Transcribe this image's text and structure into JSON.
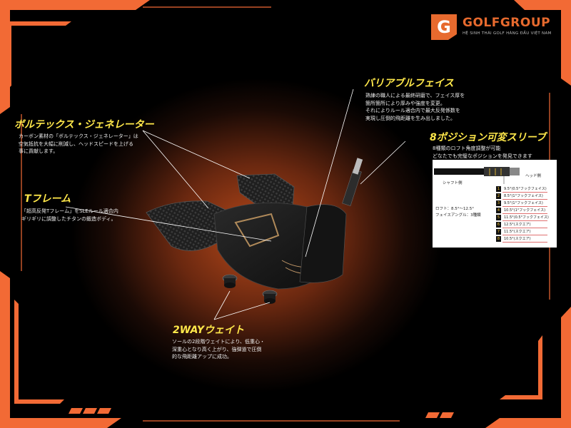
{
  "brand": {
    "logo_letter": "G",
    "name": "GOLFGROUP",
    "tagline": "HỆ SINH THÁI GOLF HÀNG ĐẦU VIỆT NAM",
    "accent_color": "#e76a2e"
  },
  "features": {
    "vortex": {
      "title": "ボルテックス・ジェネレーター",
      "lines": [
        "カーボン素材の「ボルテックス・ジェネレーター」は",
        "空気抵抗を大幅に削減し、ヘッドスピードを上げる",
        "事に貢献します。"
      ]
    },
    "tframe": {
      "title": "Tフレーム",
      "lines": [
        "「超高反発Tフレーム」をSLEルール適合内",
        "ギリギリに調整したチタンの鍛造ボディ。"
      ]
    },
    "face": {
      "title": "バリアブルフェイス",
      "lines": [
        "熟練の職人による最終研磨で、フェイス厚を",
        "箇所箇所により厚みや強度を変更。",
        "それによりルール適合内で最大反発係数を",
        "実現し圧倒的飛距離を生み出しました。"
      ]
    },
    "sleeve": {
      "title": "8ポジション可変スリーブ",
      "lines": [
        "8種類のロフト角度調整が可能",
        "どなたでも完璧なポジションを発見できます"
      ]
    },
    "weight": {
      "title": "2WAYウェイト",
      "lines": [
        "ソールの2段階ウェイトにより、低重心・",
        "深重心となり高く上がり、強弾道で圧倒",
        "的な飛距離アップに成功。"
      ]
    }
  },
  "sleeve_panel": {
    "head_label": "ヘッド側",
    "shaft_label": "シャフト側",
    "loft_range": "ロフト：8.5°〜12.5°",
    "face_angle": "フェイスアングル：3種類",
    "positions": [
      {
        "badge": "1",
        "value": "9.5°(0.5°フックフェイス)"
      },
      {
        "badge": "2",
        "value": "8.5°(1°フックフェイス)"
      },
      {
        "badge": "3",
        "value": "9.5°(1°フックフェイス)"
      },
      {
        "badge": "4",
        "value": "10.5°(1°フックフェイス)"
      },
      {
        "badge": "5",
        "value": "11.5°(0.5°フックフェイス)"
      },
      {
        "badge": "6",
        "value": "12.5°(スクエア)"
      },
      {
        "badge": "7",
        "value": "11.5°(スクエア)"
      },
      {
        "badge": "8",
        "value": "10.5°(スクエア)"
      }
    ]
  },
  "colors": {
    "frame_orange": "#f26a35",
    "title_yellow": "#ffe84a",
    "glow": "#b8491a"
  }
}
